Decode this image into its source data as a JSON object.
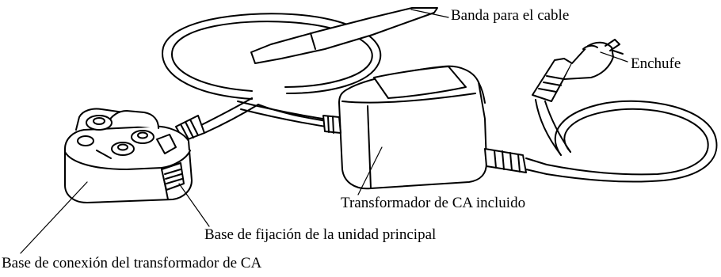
{
  "labels": {
    "banda": "Banda para el cable",
    "enchufe": "Enchufe",
    "transformador": "Transformador de CA incluido",
    "fijacion": "Base de fijación de la unidad principal",
    "conexion": "Base de conexión del transformador de CA"
  }
}
